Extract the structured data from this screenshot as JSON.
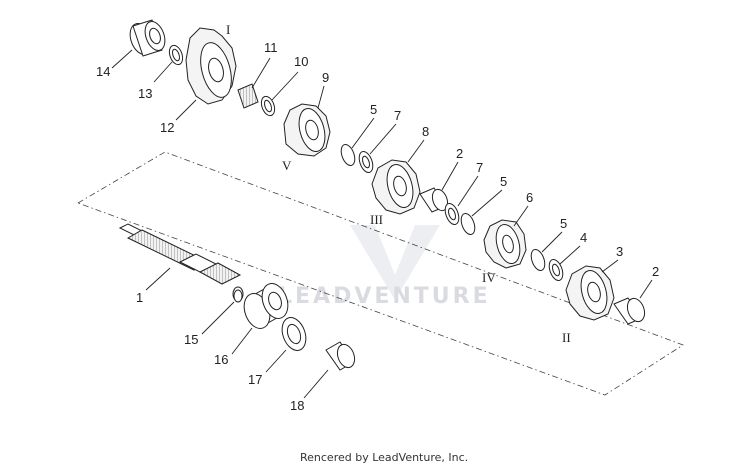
{
  "callouts": {
    "c1": "1",
    "c2a": "2",
    "c2b": "2",
    "c3": "3",
    "c4": "4",
    "c5a": "5",
    "c5b": "5",
    "c5c": "5",
    "c6": "6",
    "c7a": "7",
    "c7b": "7",
    "c8": "8",
    "c9": "9",
    "c10": "10",
    "c11": "11",
    "c12": "12",
    "c13": "13",
    "c14": "14",
    "c15": "15",
    "c16": "16",
    "c17": "17",
    "c18": "18"
  },
  "gear_labels": {
    "g1": "I",
    "g2": "II",
    "g3": "III",
    "g4": "IV",
    "g5": "V"
  },
  "watermark": "LEADVENTURE",
  "credit": "Rencered by LeadVenture, Inc."
}
